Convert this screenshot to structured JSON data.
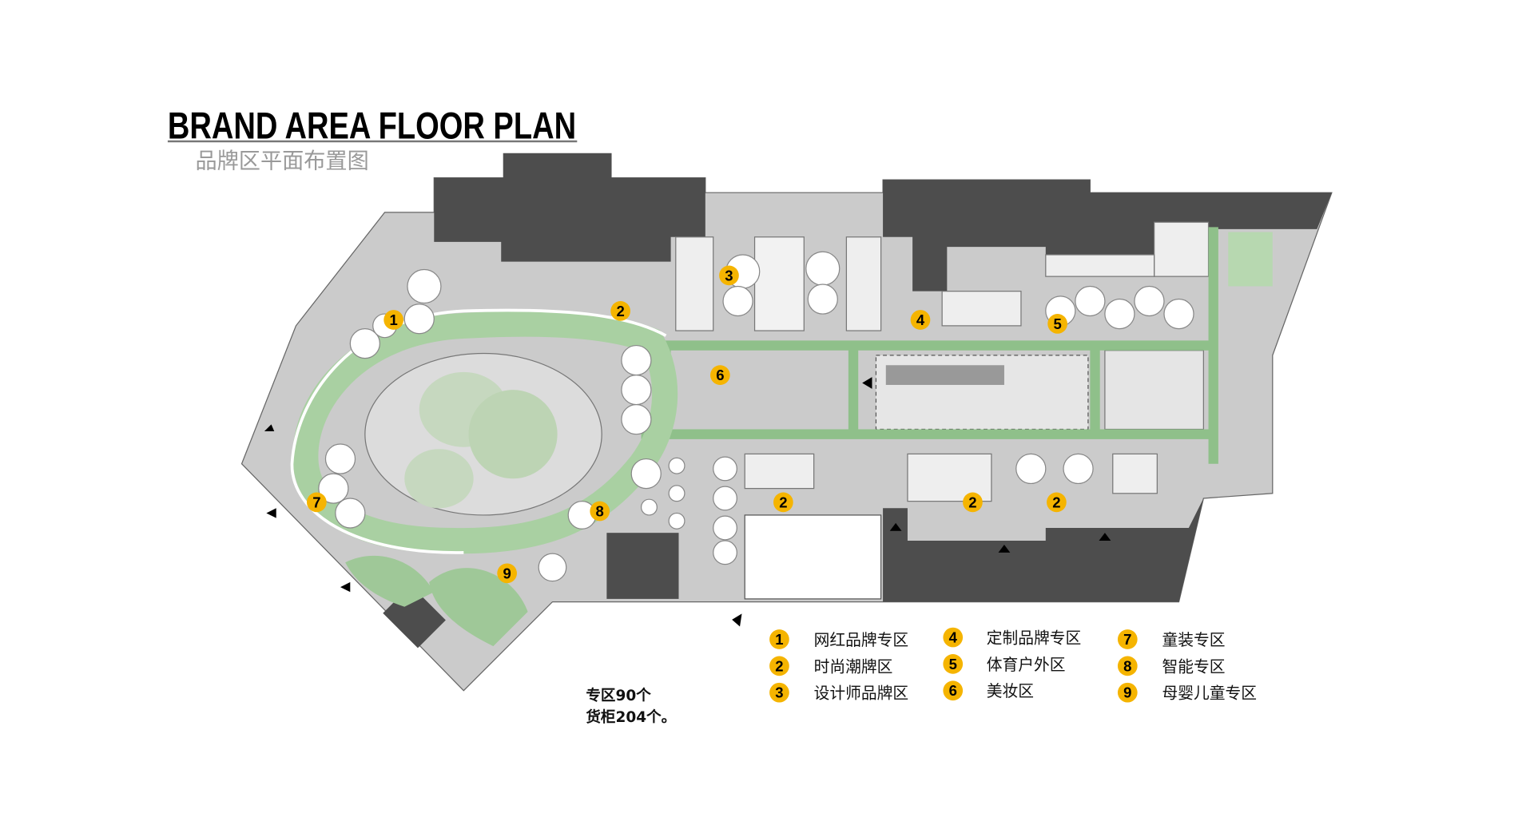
{
  "title": "BRAND  AREA FLOOR  PLAN",
  "subtitle": "品牌区平面布置图",
  "colors": {
    "marker": "#f5b400",
    "green": "#8fc08a",
    "dark": "#4a4a4a",
    "floor": "#c8c8c8"
  },
  "markers": [
    {
      "num": "1"
    },
    {
      "num": "2"
    },
    {
      "num": "3"
    },
    {
      "num": "4"
    },
    {
      "num": "5"
    },
    {
      "num": "6"
    },
    {
      "num": "7"
    },
    {
      "num": "8"
    },
    {
      "num": "9"
    },
    {
      "num": "2"
    },
    {
      "num": "2"
    },
    {
      "num": "2"
    }
  ],
  "legend": [
    {
      "num": "1",
      "label": "网红品牌专区"
    },
    {
      "num": "2",
      "label": "时尚潮牌区"
    },
    {
      "num": "3",
      "label": "设计师品牌区"
    },
    {
      "num": "4",
      "label": "定制品牌专区"
    },
    {
      "num": "5",
      "label": "体育户外区"
    },
    {
      "num": "6",
      "label": "美妆区"
    },
    {
      "num": "7",
      "label": "童装专区"
    },
    {
      "num": "8",
      "label": "智能专区"
    },
    {
      "num": "9",
      "label": "母婴儿童专区"
    }
  ],
  "note": {
    "line1": "专区90个",
    "line2": "货柜204个。"
  }
}
